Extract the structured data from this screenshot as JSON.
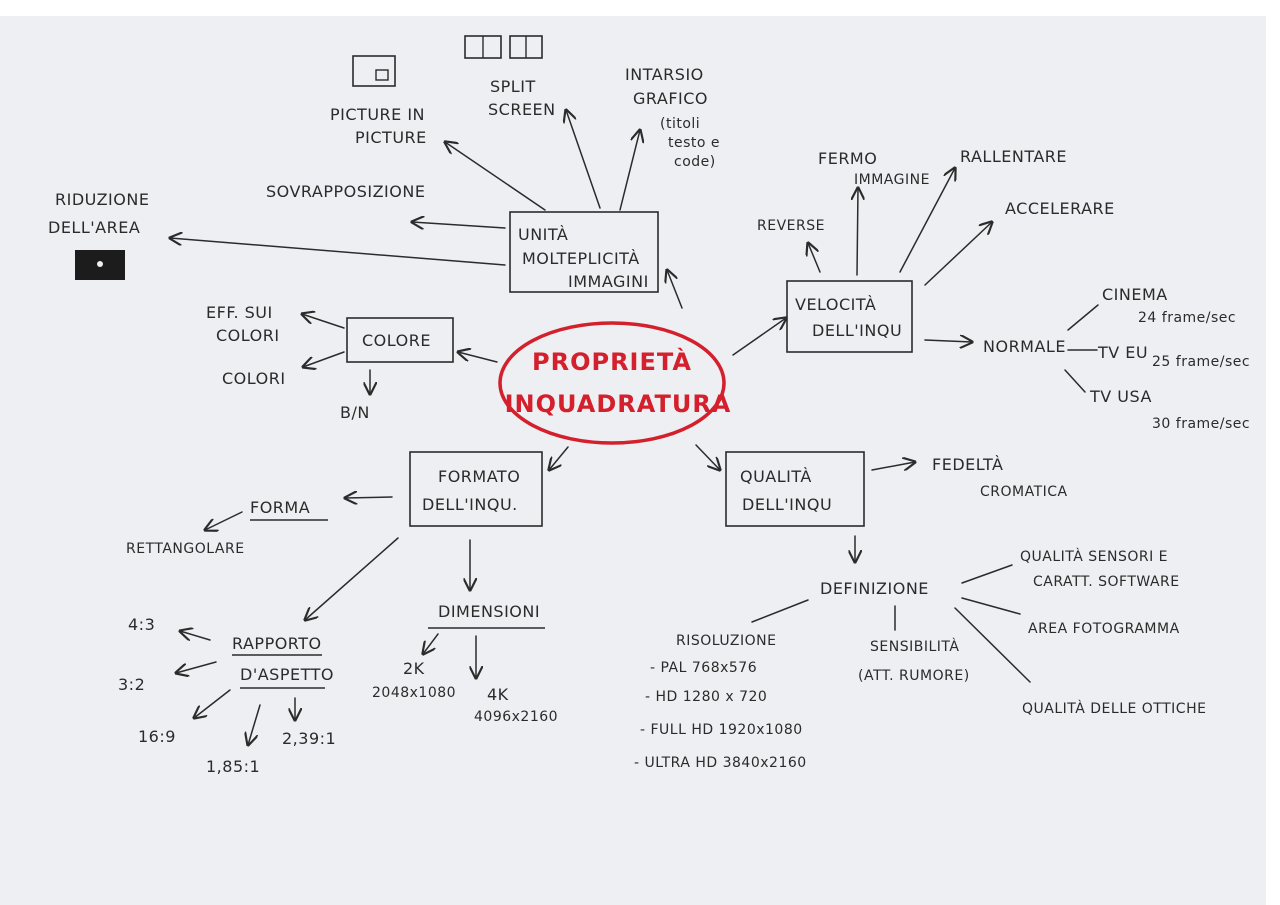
{
  "center": {
    "line1": "PROPRIETÀ",
    "line2": "INQUADRATURA"
  },
  "unita": {
    "box": [
      "UNITÀ",
      "MOLTEPLICITÀ",
      "IMMAGINI"
    ],
    "riduzione": [
      "RIDUZIONE",
      "DELL'AREA"
    ],
    "sovrapposizione": "SOVRAPPOSIZIONE",
    "pip": [
      "PICTURE IN",
      "PICTURE"
    ],
    "split": [
      "SPLIT",
      "SCREEN"
    ],
    "intarsio": [
      "INTARSIO",
      "GRAFICO"
    ],
    "intarsio_note": [
      "(titoli",
      "testo e",
      "code)"
    ]
  },
  "colore": {
    "box": "COLORE",
    "eff": [
      "EFF. SUI",
      "COLORI"
    ],
    "colori": "COLORI",
    "bn": "B/N"
  },
  "velocita": {
    "box": [
      "VELOCITÀ",
      "DELL'INQU"
    ],
    "reverse": "REVERSE",
    "fermo": [
      "FERMO",
      "IMMAGINE"
    ],
    "rallentare": "RALLENTARE",
    "accelerare": "ACCELERARE",
    "normale": "NORMALE",
    "cinema": [
      "CINEMA",
      "24 frame/sec"
    ],
    "tv_eu": [
      "TV EU",
      "25 frame/sec"
    ],
    "tv_usa": [
      "TV USA",
      "30 frame/sec"
    ]
  },
  "formato": {
    "box": [
      "FORMATO",
      "DELL'INQU."
    ],
    "forma": "FORMA",
    "rettangolare": "RETTANGOLARE",
    "rapporto": [
      "RAPPORTO",
      "D'ASPETTO"
    ],
    "ratios": [
      "4:3",
      "3:2",
      "16:9",
      "1,85:1",
      "2,39:1"
    ],
    "dimensioni": "DIMENSIONI",
    "dim_2k": [
      "2K",
      "2048x1080"
    ],
    "dim_4k": [
      "4K",
      "4096x2160"
    ]
  },
  "qualita": {
    "box": [
      "QUALITÀ",
      "DELL'INQU"
    ],
    "fedelta": [
      "FEDELTÀ",
      "CROMATICA"
    ],
    "definizione": "DEFINIZIONE",
    "sensori": [
      "QUALITÀ SENSORI E",
      "CARATT. SOFTWARE"
    ],
    "area": "AREA FOTOGRAMMA",
    "ottiche": "QUALITÀ DELLE OTTICHE",
    "sensibilita": [
      "SENSIBILITÀ",
      "(ATT. RUMORE)"
    ],
    "risoluzione": "RISOLUZIONE",
    "formats": [
      "- PAL 768x576",
      "- HD 1280 x 720",
      "- FULL HD 1920x1080",
      "- ULTRA HD 3840x2160"
    ]
  },
  "colors": {
    "ink": "#2b2b2b",
    "center": "#d3202c",
    "paper": "#eeeff2"
  },
  "icons": [
    "picture-in-picture-icon",
    "split-screen-icon",
    "reduced-area-icon"
  ]
}
